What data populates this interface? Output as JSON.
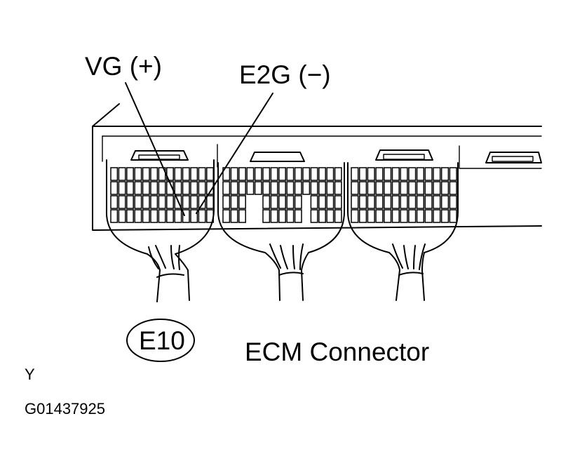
{
  "diagram": {
    "pin_labels": {
      "vg": "VG (+)",
      "e2g": "E2G (−)"
    },
    "connector_code": "E10",
    "caption": "ECM Connector",
    "corner_mark": "Y",
    "figure_id": "G01437925"
  },
  "colors": {
    "ink": "#000000",
    "paper": "#ffffff"
  }
}
